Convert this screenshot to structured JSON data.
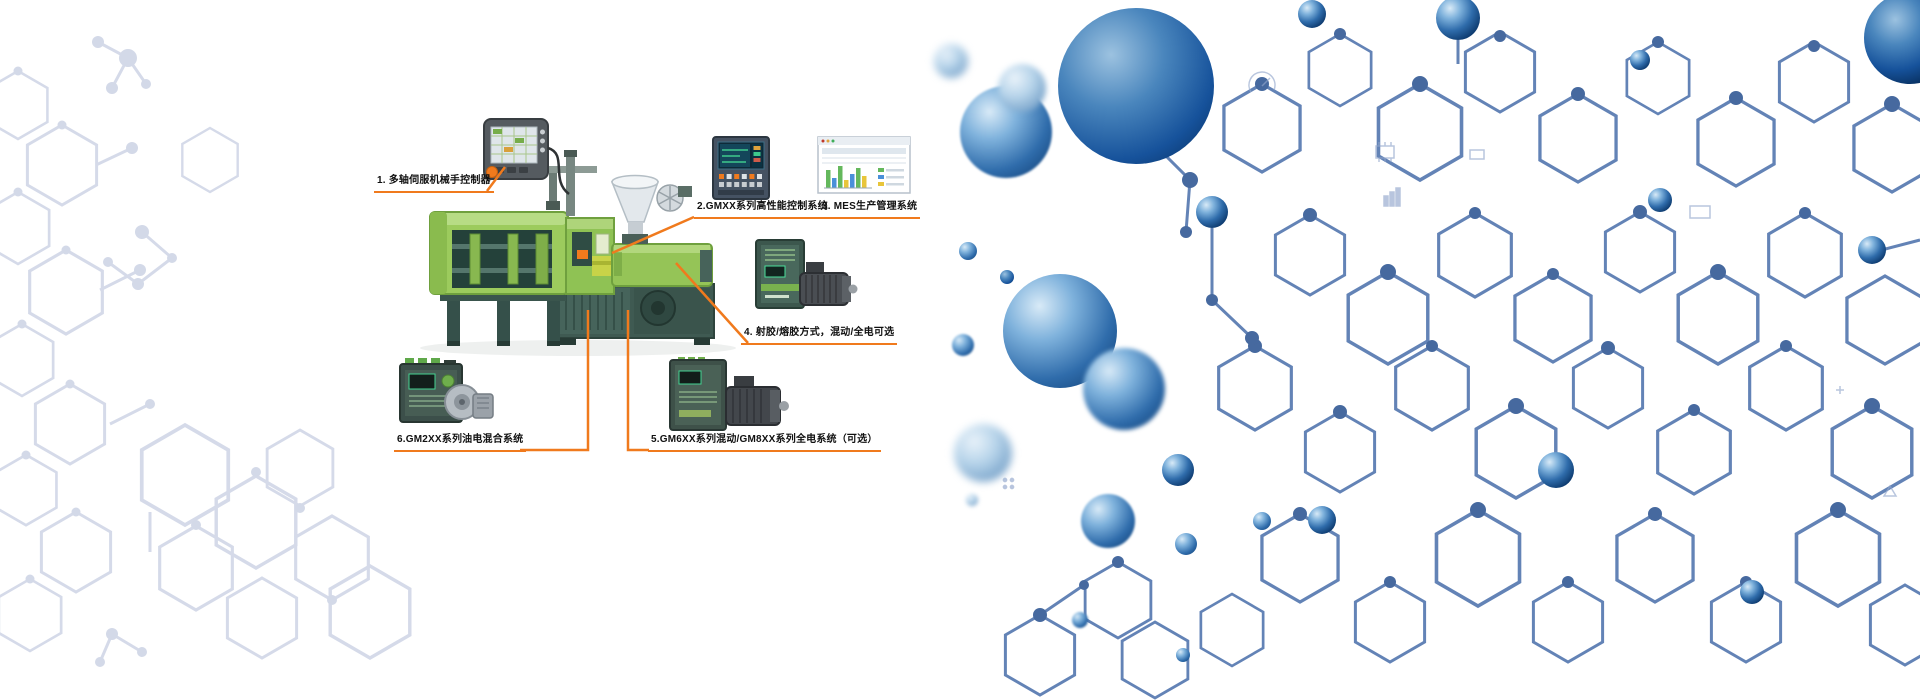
{
  "callouts": [
    {
      "id": 1,
      "label": "1. 多轴伺服机械手控制器"
    },
    {
      "id": 2,
      "label": "2.GMXX系列高性能控制系统"
    },
    {
      "id": 3,
      "label": "3. MES生产管理系统"
    },
    {
      "id": 4,
      "label": "4. 射胶/熔胶方式，混动/全电可选"
    },
    {
      "id": 5,
      "label": "5.GM6XX系列混动/GM8XX系列全电系统（可选）"
    },
    {
      "id": 6,
      "label": "6.GM2XX系列油电混合系统"
    }
  ],
  "colors": {
    "accent_orange": "#f07a1d",
    "machine_green": "#9ccb5d",
    "machine_dark_base": "#3f5a52",
    "molecule_network_blue": "#5b7db3",
    "sphere_blue_dark": "#16529b",
    "left_pattern_gray": "#d3d9e8"
  }
}
